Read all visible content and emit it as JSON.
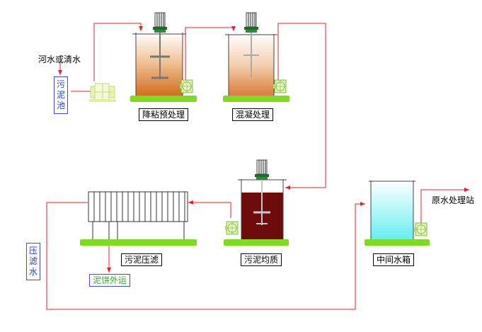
{
  "title": "",
  "labels": {
    "river_water": "河水或清水",
    "sludge_pool": "污泥池",
    "pre_treatment": "降粘预处理",
    "coagulation": "混凝处理",
    "homogenization": "污泥均质",
    "filter_press": "污泥压滤",
    "cake_out": "泥饼外运",
    "filtrate": "压滤水",
    "intermediate_tank": "中间水箱",
    "raw_water_station": "原水处理站"
  },
  "colors": {
    "pipe": "#e8202a",
    "base": "#7ddc1f",
    "pump": "#d8f0a0",
    "sludge_light": "#e8a468",
    "sludge_dark": "#6e0b0b",
    "water": "#9ff0f6",
    "motor": "#1f6a2a"
  },
  "icons": [
    "motor-icon",
    "pump-icon",
    "stirrer-icon",
    "filter-press-icon",
    "arrow-icon"
  ]
}
